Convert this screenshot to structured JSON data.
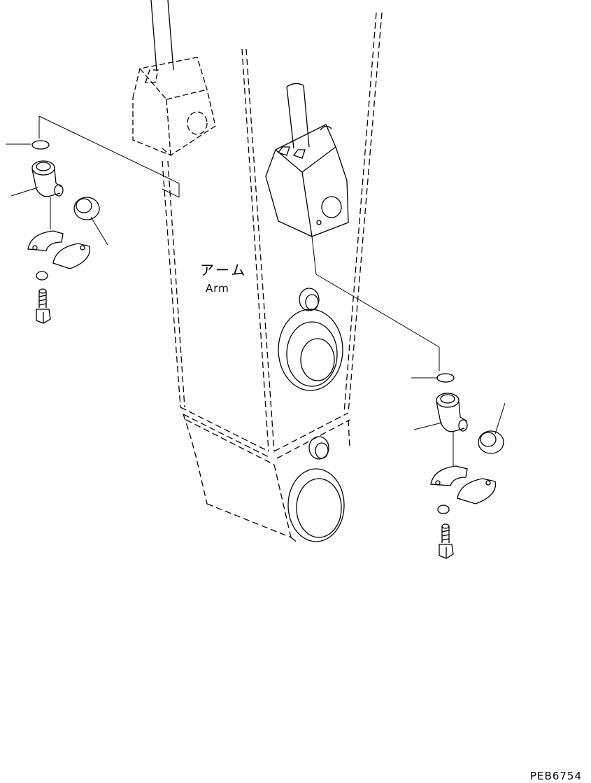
{
  "diagram": {
    "label_arm_jp": "アーム",
    "label_arm_en": "Arm",
    "figure_code": "PEB6754"
  }
}
